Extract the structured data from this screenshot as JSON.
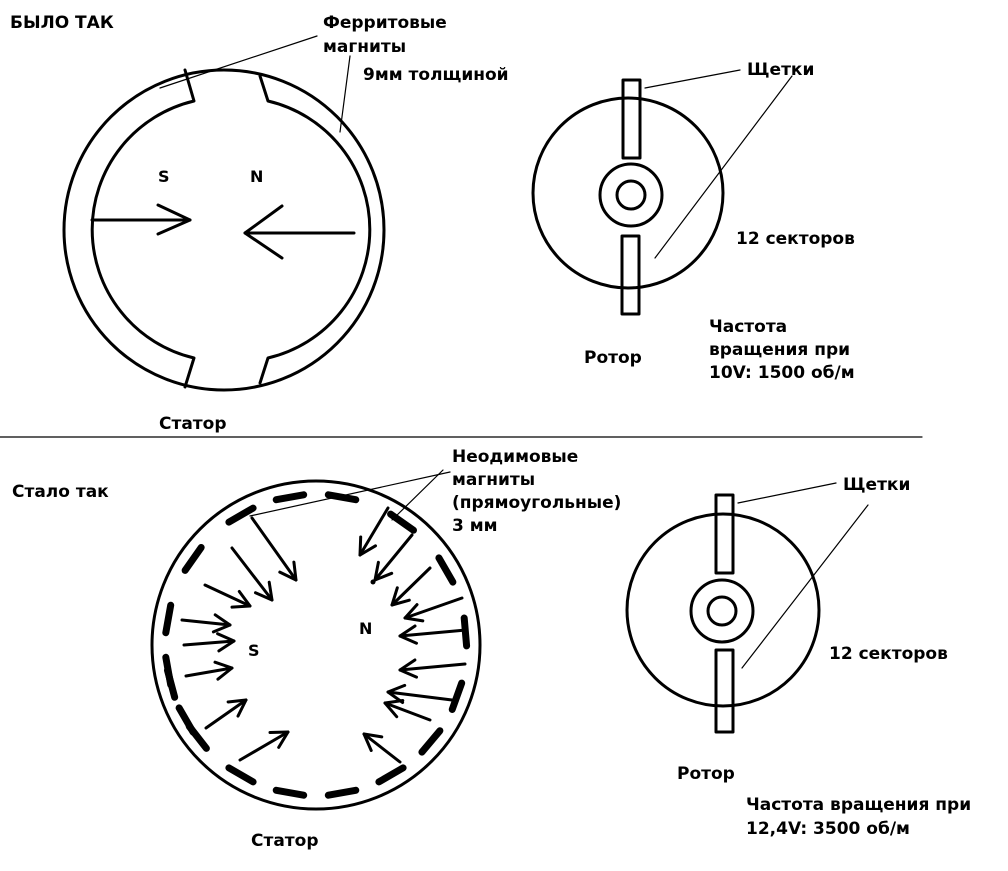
{
  "before": {
    "heading": "БЫЛО ТАК",
    "magnets_label_1": "Ферритовые",
    "magnets_label_2": "магниты",
    "thickness": "9мм толщиной",
    "pole_s": "S",
    "pole_n": "N",
    "stator": "Статор",
    "brushes": "Щетки",
    "sectors": "12 секторов",
    "rotor": "Ротор",
    "speed_1": "Частота",
    "speed_2": "вращения при",
    "speed_3": "10V: 1500 об/м"
  },
  "after": {
    "heading": "Стало так",
    "magnets_label_1": "Неодимовые",
    "magnets_label_2": "магниты",
    "magnets_label_3": "(прямоугольные)",
    "magnets_label_4": "3 мм",
    "pole_s": "S",
    "pole_n": "N",
    "stator": "Статор",
    "brushes": "Щетки",
    "sectors": "12 секторов",
    "rotor": "Ротор",
    "speed_1": "Частота вращения при",
    "speed_2": "12,4V: 3500 об/м"
  }
}
